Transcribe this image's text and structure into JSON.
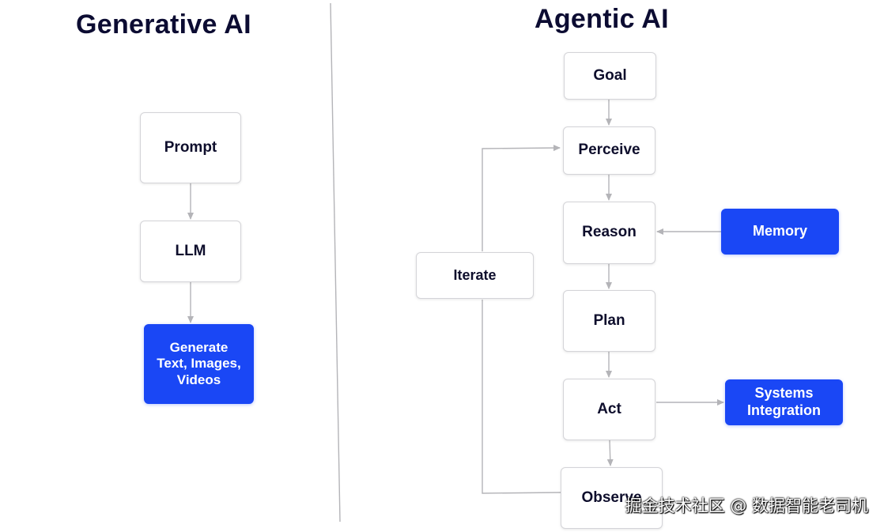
{
  "generative": {
    "title": "Generative AI",
    "prompt": "Prompt",
    "llm": "LLM",
    "output": [
      "Generate",
      "Text, Images,",
      "Videos"
    ]
  },
  "agentic": {
    "title": "Agentic AI",
    "goal": "Goal",
    "perceive": "Perceive",
    "reason": "Reason",
    "plan": "Plan",
    "act": "Act",
    "observe": "Observe",
    "iterate": "Iterate",
    "memory": "Memory",
    "systems": [
      "Systems",
      "Integration"
    ]
  },
  "watermark": "掘金技术社区 @ 数据智能老司机",
  "colors": {
    "accent_blue": "#1a47f5",
    "title_navy": "#0c0c32",
    "connector_gray": "#b4b4b8"
  }
}
